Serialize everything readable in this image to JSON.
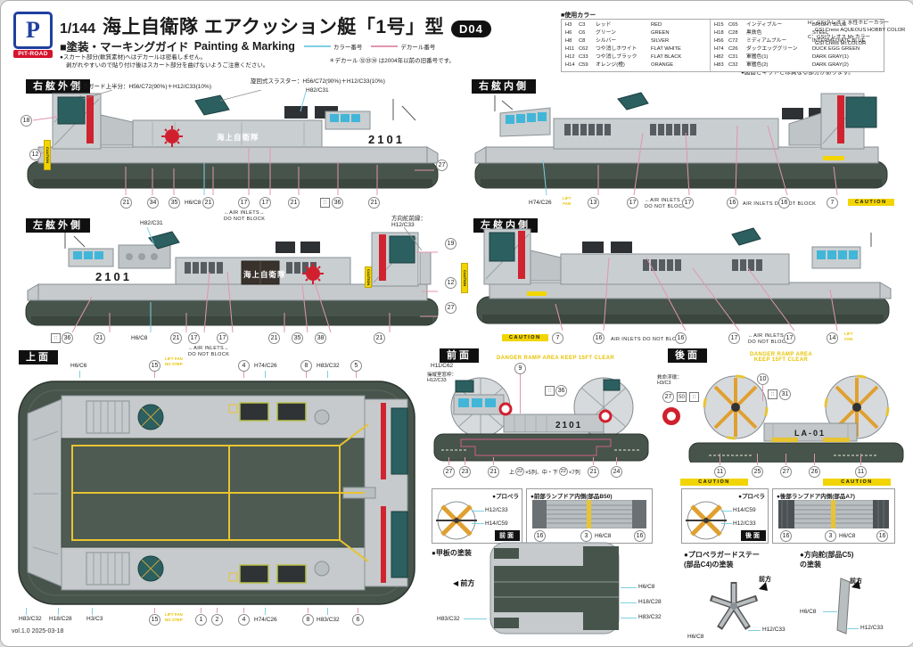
{
  "palette": {
    "hull": "#c6cacc",
    "skirt": "#46544b",
    "teal": "#2c5f60",
    "red": "#cf2430",
    "caution_yellow": "#f2d500",
    "deck_green": "#4e5b53",
    "window_blue": "#41b6d8",
    "decal_leader_pink": "#e295ad",
    "color_leader_cyan": "#7fcfe2",
    "prop_orange": "#e0a030",
    "sun_red": "#d0202e"
  },
  "header": {
    "brand": "PIT-ROAD",
    "monogram": "P",
    "scale": "1/144",
    "title": "海上自衛隊 エアクッション艇「1号」型",
    "badge": "D04",
    "guide_jp": "■塗装・マーキングガイド",
    "guide_en": "Painting & Marking",
    "legend_color": "カラー番号",
    "legend_decal": "デカール番号",
    "note_skirt1": "●スカート部分(軟質素材)へはデカールは密着しません。",
    "note_skirt2": "剥がれやすいので貼り付け後はスカート部分を曲げないようご注意ください。",
    "note_old": "＊デカール ㉜㉝㉞ は2004年以前の旧番号です。",
    "note_diff": "●図面とキットとは異なる部分があります。"
  },
  "colors": {
    "title": "■使用カラー",
    "left": [
      [
        "H3",
        "C3",
        "レッド",
        "RED"
      ],
      [
        "H6",
        "C6",
        "グリーン",
        "GREEN"
      ],
      [
        "H8",
        "C8",
        "シルバー",
        "SILVER"
      ],
      [
        "H11",
        "C62",
        "つや消しホワイト",
        "FLAT WHITE"
      ],
      [
        "H12",
        "C33",
        "つや消しブラック",
        "FLAT BLACK"
      ],
      [
        "H14",
        "C59",
        "オレンジ(橙)",
        "ORANGE"
      ]
    ],
    "right": [
      [
        "H15",
        "C65",
        "インディブルー",
        "BRIGHT BLUE"
      ],
      [
        "H18",
        "C28",
        "黒鉄色",
        "STEEL"
      ],
      [
        "H56",
        "C72",
        "ミディアムブルー",
        "INTERMEDIATE BLUE"
      ],
      [
        "H74",
        "C26",
        "ダックエッググリーン",
        "DUCK EGG GREEN"
      ],
      [
        "H82",
        "C31",
        "軍艦色(1)",
        "DARK GRAY(1)"
      ],
      [
        "H83",
        "C32",
        "軍艦色(2)",
        "DARK GRAY(2)"
      ]
    ],
    "maker_h1": "H：GSIクレオス 水性ホビーカラー",
    "maker_h2": "GSI Creos AQUEOUS HOBBY COLOR",
    "maker_c1": "C：GSIクレオス Mr.カラー",
    "maker_c2": "GSI Creos Mr.COLOR"
  },
  "v1": {
    "label": "右舷外側",
    "annGuard": "プロペラガード上半分：H56/C72(90%)＋H12/C33(10%)",
    "annThruster": "旋回式スラスター：H56/C72(90%)＋H12/C33(10%)",
    "annColor": "H82/C31",
    "hullNo": "2101",
    "flagText": "海上自衛隊",
    "c18": "18",
    "c12": "12",
    "c27": "27",
    "cBottom": [
      "21",
      "34",
      "35",
      "H6/C8",
      "21",
      "17",
      "17",
      "21",
      "36",
      "21"
    ],
    "air1": "←AIR INLETS→",
    "air2": "DO NOT BLOCK",
    "dots": "∷",
    "cautionV": "CAUTION"
  },
  "v2": {
    "label": "右舷内側",
    "cH74": "H74/C26",
    "yt1": "LIFT",
    "yt2": "FAN",
    "c13": "13",
    "c17a": "17",
    "c17b": "17",
    "air1": "←AIR INLETS→",
    "air2": "DO NOT BLOCK",
    "c16a": "16",
    "air3": "AIR INLETS DO NOT BLOCK",
    "c16b": "16",
    "c7": "7",
    "caution": "CAUTION"
  },
  "v3": {
    "label": "左舷外側",
    "annColor": "H82/C31",
    "annRudder1": "方向舵前縁：",
    "annRudder2": "H12/C33",
    "hullNo": "2101",
    "flagText": "海上自衛隊",
    "cBottom": [
      "36",
      "21",
      "H6/C8",
      "21",
      "17",
      "17",
      "21",
      "35",
      "38",
      "21"
    ],
    "c19": "19",
    "c12": "12",
    "c27": "27",
    "air1": "←AIR INLETS→",
    "air2": "DO NOT BLOCK",
    "dots": "∷",
    "cautionV": "CAUTION"
  },
  "v4": {
    "label": "左舷内側",
    "caution": "CAUTION",
    "c7": "7",
    "c16a": "16",
    "air3": "AIR INLETS DO NOT BLOCK",
    "c16b": "16",
    "c17a": "17",
    "air1": "←AIR INLETS→",
    "air2": "DO NOT BLOCK",
    "c17b": "17",
    "c14": "14",
    "yt1": "LIFT",
    "yt2": "FAN",
    "cautionV": "CAUTION"
  },
  "top": {
    "label": "上面",
    "lt": [
      "H6/C6",
      "15",
      "4",
      "H74/C26",
      "8",
      "H83/C32",
      "5"
    ],
    "lb": [
      "H83/C32",
      "H18/C28",
      "H3/C3",
      "15",
      "1",
      "2",
      "4",
      "H74/C26",
      "8",
      "H83/C32",
      "6"
    ],
    "yt1": "LIFT FAN",
    "yt2": "NO STEP"
  },
  "front": {
    "label": "前面",
    "danger": "DANGER RAMP AREA KEEP 15FT CLEAR",
    "lH11": "H11/C62",
    "lWin1": "操縦室窓枠：",
    "lWin2": "H12/C33",
    "c9": "9",
    "c36": "36",
    "dots": "∷",
    "hullNo": "2101",
    "cB": [
      "27",
      "23",
      "21",
      "21",
      "24"
    ],
    "rows1": "上",
    "rows22": "22",
    "rows2": "×5列、中・下",
    "rows3": "×7列"
  },
  "rear": {
    "label": "後面",
    "danger1": "DANGER RAMP AREA",
    "danger2": "KEEP 15FT CLEAR",
    "ring1": "救命浮環：",
    "ring2": "H3/C3",
    "c27": "27",
    "c50": "50",
    "dots": "∷",
    "c10": "10",
    "c31": "31",
    "sternNo": "LA-01",
    "cB": [
      "11",
      "25",
      "27",
      "26",
      "11"
    ],
    "caution": "CAUTION"
  },
  "panels": {
    "propF": {
      "title": "●プロペラ",
      "l1": "H12/C33",
      "l2": "H14/C59",
      "tag": "前面"
    },
    "rampF": {
      "title": "●前部ランプドア内側(部品B50)",
      "c16a": "16",
      "c3": "3",
      "h6": "H6/C8",
      "c16b": "16"
    },
    "propR": {
      "title": "●プロペラ",
      "l1": "H14/C59",
      "l2": "H12/C33",
      "tag": "後面"
    },
    "rampR": {
      "title": "●後部ランプドア内側(部品A7)",
      "c16a": "16",
      "c3": "3",
      "h6": "H6/C8",
      "c16b": "16"
    },
    "deck": {
      "title": "●甲板の塗装",
      "arrow": "◀ 前方",
      "l1": "H6/C8",
      "l2": "H18/C28",
      "l3": "H83/C32",
      "l4": "H83/C32"
    },
    "stay": {
      "t1": "●プロペラガードステー",
      "t2": "(部品C4)の塗装",
      "arrow": "前方",
      "l1": "H12/C33",
      "l2": "H6/C8"
    },
    "rudder": {
      "t1": "●方向舵(部品C5)",
      "t2": "の塗装",
      "arrow": "前方",
      "l1": "H6/C8",
      "l2": "H12/C33"
    }
  },
  "footer": {
    "version": "vol.1.0 2025-03-18"
  }
}
